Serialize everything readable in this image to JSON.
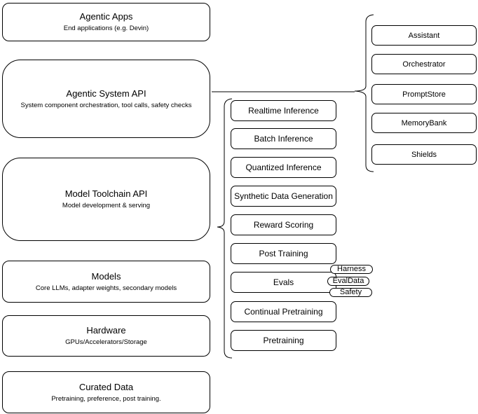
{
  "diagram": {
    "left_stack": [
      {
        "title": "Agentic Apps",
        "subtitle": "End applications (e.g. Devin)"
      },
      {
        "title": "Agentic System API",
        "subtitle": "System component orchestration, tool calls, safety checks"
      },
      {
        "title": "Model Toolchain API",
        "subtitle": "Model development & serving"
      },
      {
        "title": "Models",
        "subtitle": "Core LLMs, adapter weights, secondary models"
      },
      {
        "title": "Hardware",
        "subtitle": "GPUs/Accelerators/Storage"
      },
      {
        "title": "Curated Data",
        "subtitle": "Pretraining, preference, post training."
      }
    ],
    "toolchain_components": [
      "Realtime Inference",
      "Batch Inference",
      "Quantized Inference",
      "Synthetic Data Generation",
      "Reward Scoring",
      "Post Training",
      "Evals",
      "Continual Pretraining",
      "Pretraining"
    ],
    "evals_tags": [
      "Harness",
      "EvalData",
      "Safety"
    ],
    "system_components": [
      "Assistant",
      "Orchestrator",
      "PromptStore",
      "MemoryBank",
      "Shields"
    ],
    "colors": {
      "stroke": "#000000",
      "fill": "#ffffff",
      "text": "#000000"
    }
  }
}
